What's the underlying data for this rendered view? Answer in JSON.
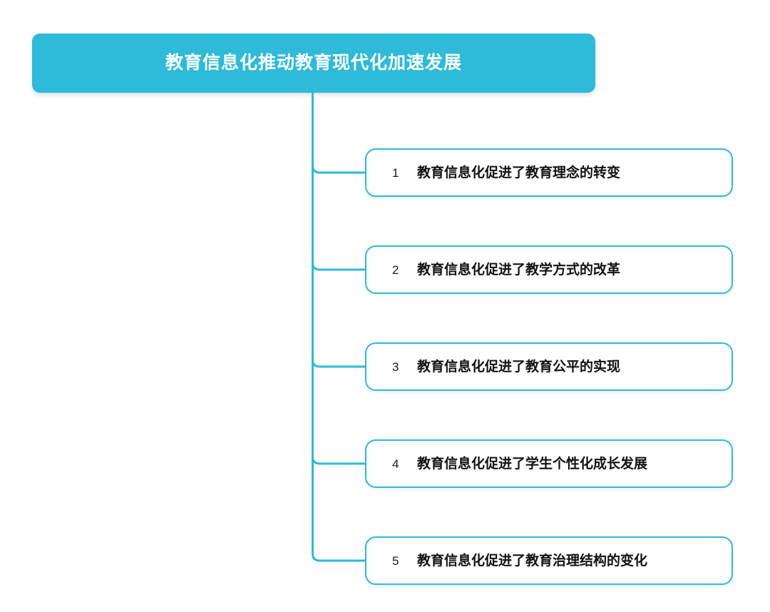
{
  "diagram": {
    "type": "mindmap",
    "orientation": "vertical-trunk-right-branches",
    "accent_color": "#2EBAD9",
    "background_color": "#FFFFFF",
    "node_text_color": "#111111",
    "root_text_color": "#FFFFFF"
  },
  "root": {
    "title": "教育信息化推动教育现代化加速发展"
  },
  "children": [
    {
      "index": "1",
      "label": "教育信息化促进了教育理念的转变"
    },
    {
      "index": "2",
      "label": "教育信息化促进了教学方式的改革"
    },
    {
      "index": "3",
      "label": "教育信息化促进了教育公平的实现"
    },
    {
      "index": "4",
      "label": "教育信息化促进了学生个性化成长发展"
    },
    {
      "index": "5",
      "label": "教育信息化促进了教育治理结构的变化"
    }
  ]
}
